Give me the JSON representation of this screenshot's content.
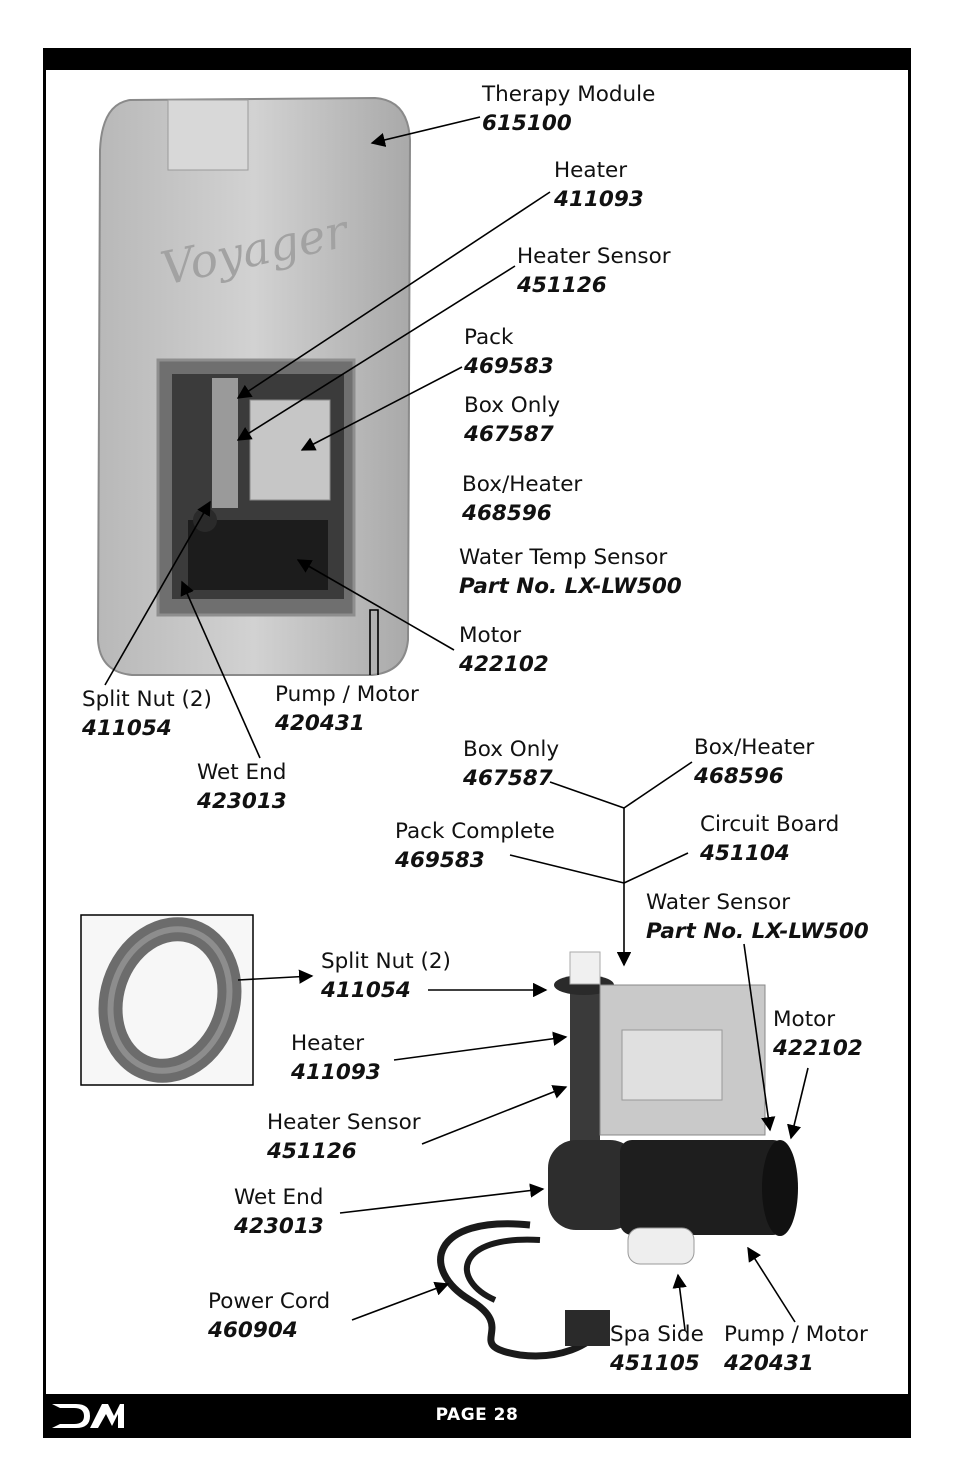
{
  "footer": {
    "page_label": "PAGE 28",
    "logo": "dm-logo"
  },
  "top_labels": [
    {
      "name": "Therapy Module",
      "part": "615100"
    },
    {
      "name": "Heater",
      "part": "411093"
    },
    {
      "name": "Heater Sensor",
      "part": "451126"
    },
    {
      "name": "Pack",
      "part": "469583"
    },
    {
      "name": "Box Only",
      "part": "467587"
    },
    {
      "name": "Box/Heater",
      "part": "468596"
    },
    {
      "name": "Water Temp Sensor",
      "part": "Part No. LX-LW500"
    },
    {
      "name": "Motor",
      "part": "422102"
    },
    {
      "name": "Pump / Motor",
      "part": "420431"
    },
    {
      "name": "Split Nut (2)",
      "part": "411054"
    },
    {
      "name": "Wet End",
      "part": "423013"
    }
  ],
  "bottom_labels": [
    {
      "name": "Box Only",
      "part": "467587"
    },
    {
      "name": "Box/Heater",
      "part": "468596"
    },
    {
      "name": "Pack Complete",
      "part": "469583"
    },
    {
      "name": "Circuit Board",
      "part": "451104"
    },
    {
      "name": "Water Sensor",
      "part": "Part No. LX-LW500"
    },
    {
      "name": "Split Nut (2)",
      "part": "411054"
    },
    {
      "name": "Motor",
      "part": "422102"
    },
    {
      "name": "Heater",
      "part": "411093"
    },
    {
      "name": "Heater Sensor",
      "part": "451126"
    },
    {
      "name": "Wet End",
      "part": "423013"
    },
    {
      "name": "Power Cord",
      "part": "460904"
    },
    {
      "name": "Spa Side",
      "part": "451105"
    },
    {
      "name": "Pump / Motor",
      "part": "420431"
    }
  ]
}
